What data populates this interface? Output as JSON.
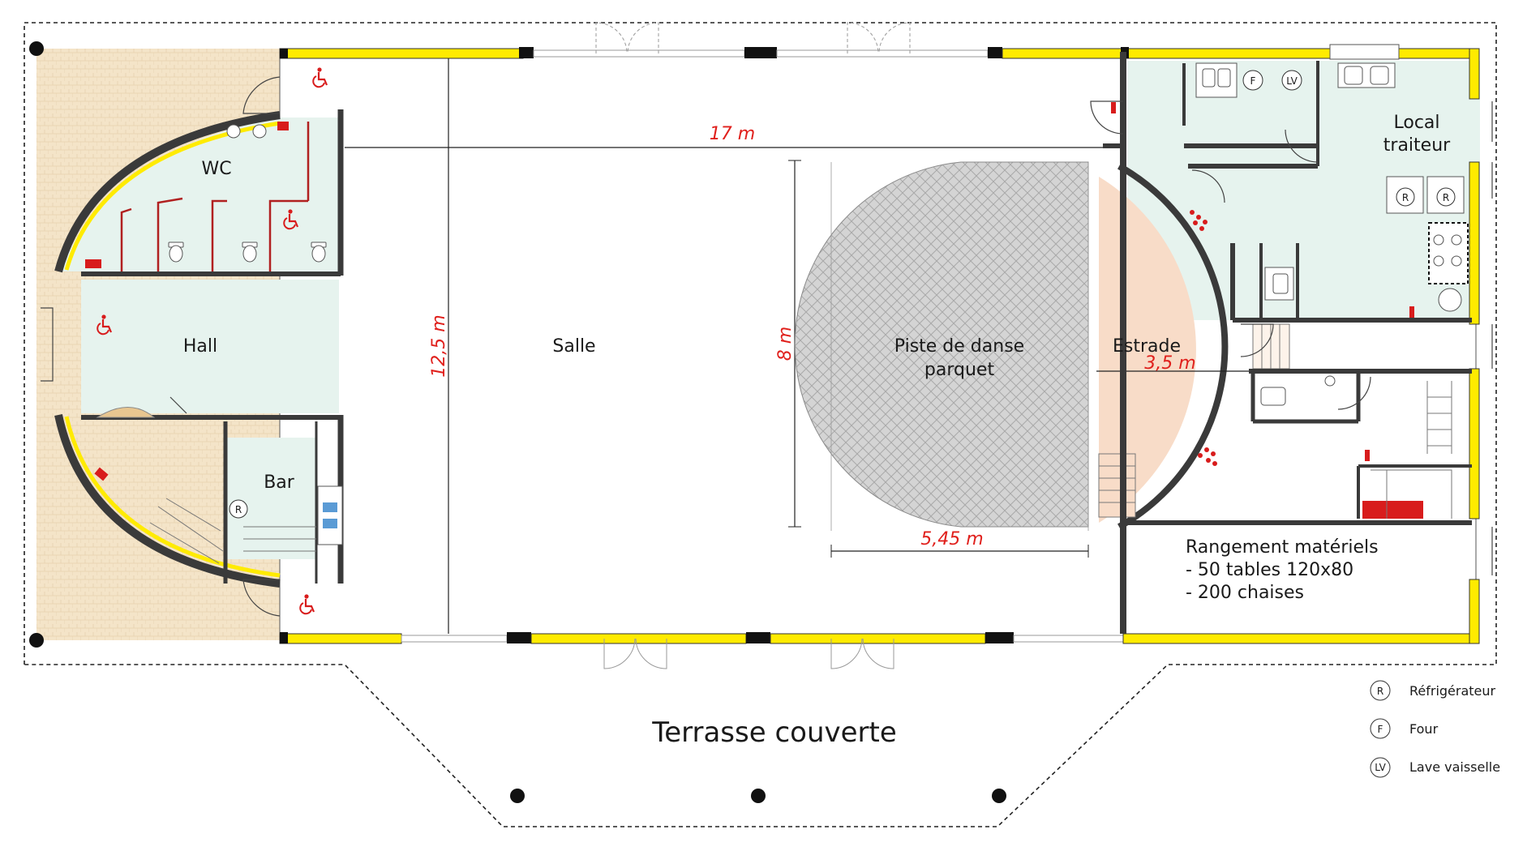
{
  "rooms": {
    "wc": "WC",
    "hall": "Hall",
    "bar": "Bar",
    "salle": "Salle",
    "piste_line1": "Piste de danse",
    "piste_line2": "parquet",
    "estrade": "Estrade",
    "local_line1": "Local",
    "local_line2": "traiteur",
    "rangement_line1": "Rangement matériels",
    "rangement_line2": "- 50 tables 120x80",
    "rangement_line3": "- 200 chaises",
    "terrasse": "Terrasse couverte"
  },
  "dimensions": {
    "length": "17 m",
    "width": "12,5 m",
    "dance_height": "8 m",
    "dance_width": "5,45 m",
    "stage_depth": "3,5 m"
  },
  "appliance_symbols": {
    "refrigerator": "R",
    "oven": "F",
    "dishwasher": "LV"
  },
  "legend": [
    {
      "symbol": "R",
      "label": "Réfrigérateur"
    },
    {
      "symbol": "F",
      "label": "Four"
    },
    {
      "symbol": "LV",
      "label": "Lave vaisselle"
    }
  ],
  "colors": {
    "wall_yellow": "#ffeb00",
    "wall_dark": "#3a3a3a",
    "tile_floor": "#e6f3ee",
    "stage": "#f8dcc8",
    "terrace": "#f4e4c8",
    "dimension_red": "#e0201c",
    "fixture_red": "#d81c1c",
    "parquet": "#c9c9c9"
  },
  "icons": {
    "accessible": "wheelchair-icon",
    "column": "column-dot"
  }
}
